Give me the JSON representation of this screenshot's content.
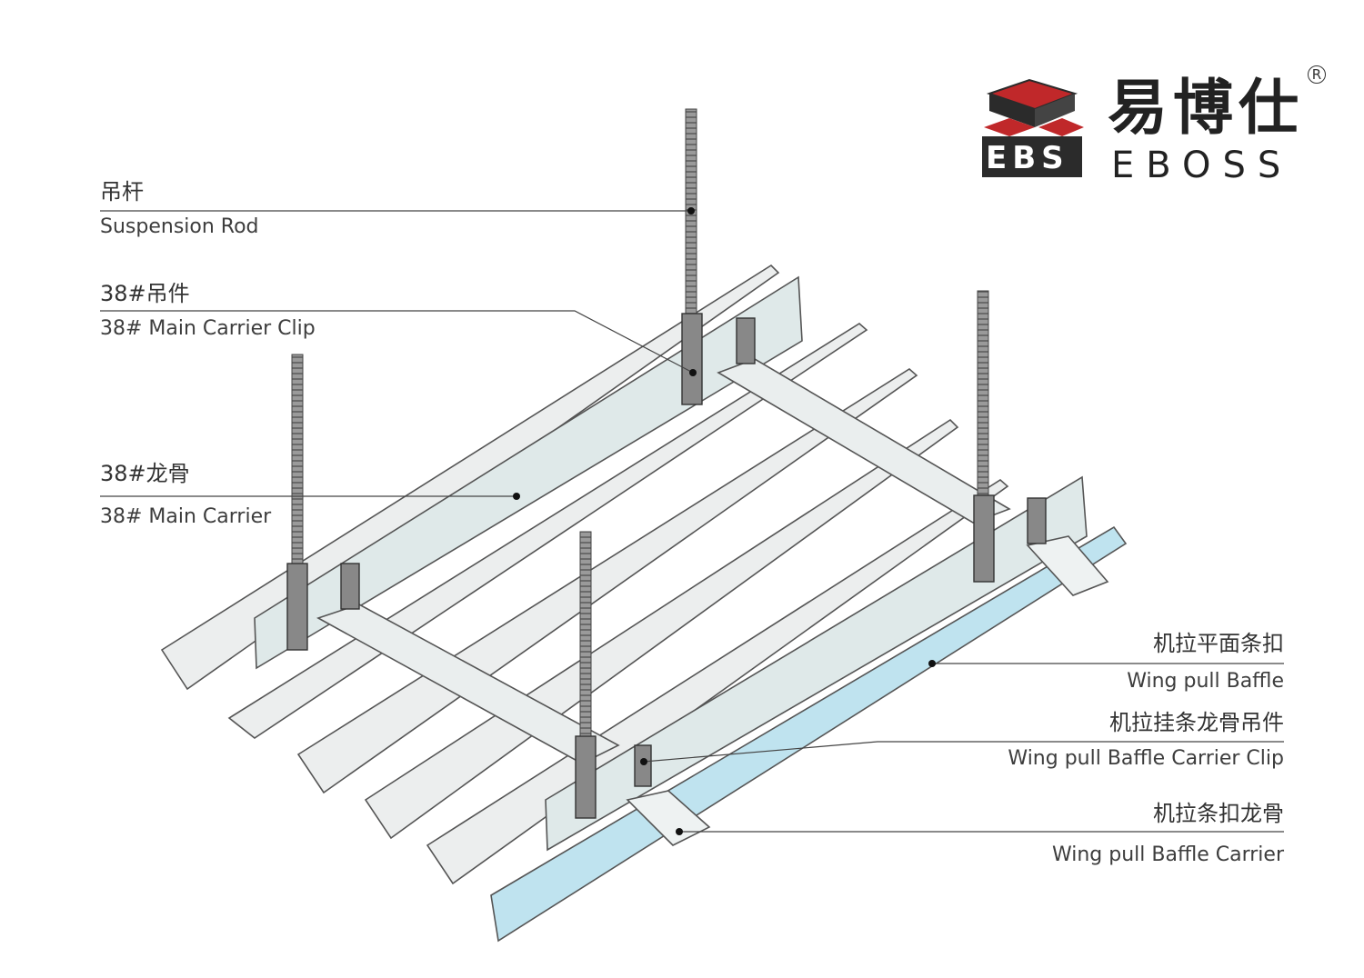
{
  "logo": {
    "name_cn": "易博仕",
    "name_en": "EBOSS",
    "registered_mark": "R",
    "box_letters": "EBS",
    "colors": {
      "red": "#c0282a",
      "dark": "#2b2b2b"
    }
  },
  "labels": {
    "suspension_rod": {
      "zh": "吊杆",
      "en": "Suspension Rod"
    },
    "main_carrier_clip": {
      "zh": "38#吊件",
      "en": "38# Main Carrier Clip"
    },
    "main_carrier": {
      "zh": "38#龙骨",
      "en": "38# Main Carrier"
    },
    "wing_pull_baffle": {
      "zh": "机拉平面条扣",
      "en": "Wing pull Baffle"
    },
    "baffle_carrier_clip": {
      "zh": "机拉挂条龙骨吊件",
      "en": "Wing pull Baffle Carrier Clip"
    },
    "baffle_carrier": {
      "zh": "机拉条扣龙骨",
      "en": "Wing pull Baffle Carrier"
    }
  },
  "colors": {
    "carrier_fill": "#e6eded",
    "baffle_fill": "#bfe3ef",
    "outline": "#555555",
    "rod": "#8a8a8a"
  }
}
